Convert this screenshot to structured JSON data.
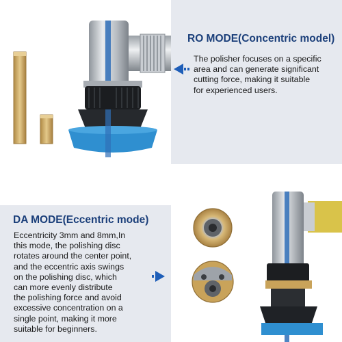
{
  "ro_mode": {
    "heading": "RO MODE(Concentric model)",
    "description_lines": [
      "The polisher focuses on a specific",
      "area and can generate significant",
      "cutting force, making it suitable",
      "for experienced users."
    ]
  },
  "da_mode": {
    "heading": "DA MODE(Eccentric mode)",
    "description_lines": [
      "Eccentricity 3mm and 8mm,In",
      "this mode, the polishing disc",
      "rotates around the center point,",
      "and the eccentric axis swings",
      "on the polishing disc, which",
      "can more evenly distribute",
      "the polishing force and avoid",
      "excessive concentration on a",
      "single point, making it more",
      "suitable for beginners."
    ]
  },
  "colors": {
    "heading": "#1b3f7a",
    "arrow": "#1e5eb8",
    "panel_grey": "#e6e9ef",
    "pad_blue": "#2f8fd0",
    "brass": "#c9a35a"
  },
  "icons": [
    "hex-rod-long",
    "hex-rod-short",
    "polisher-tool",
    "pointer-arrow",
    "eccentric-head-front",
    "eccentric-head-side"
  ]
}
